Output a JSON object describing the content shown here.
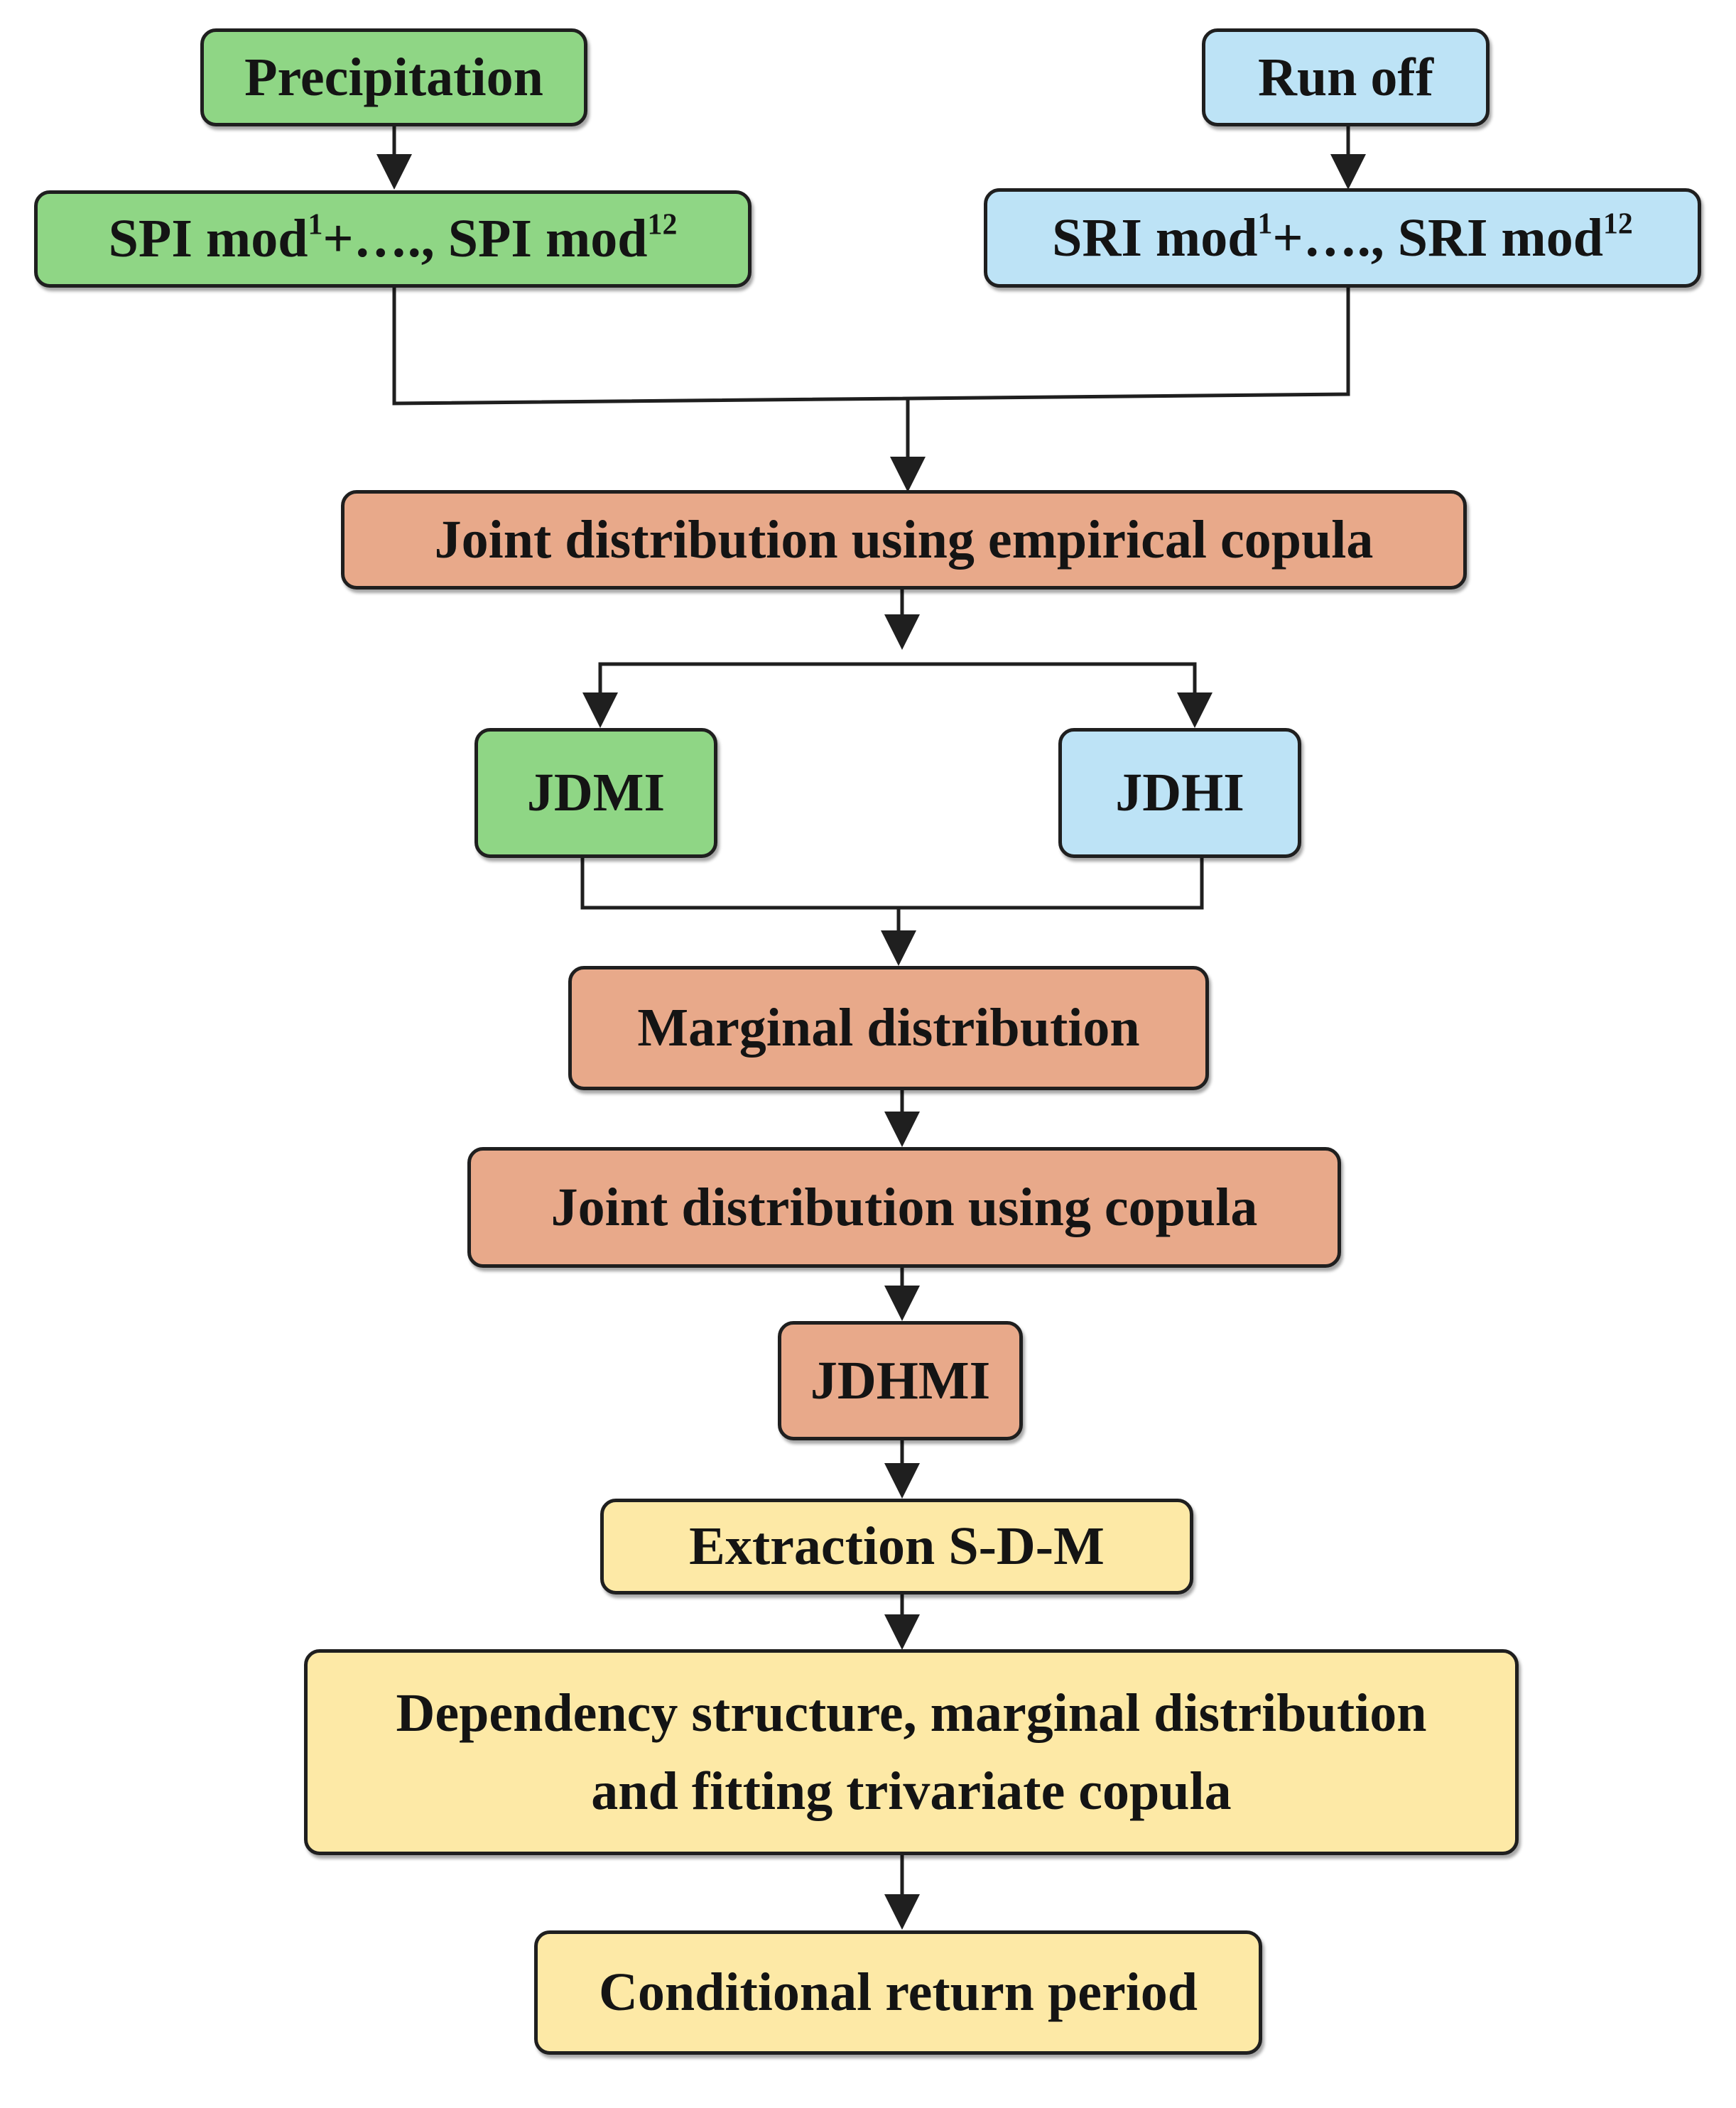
{
  "colors": {
    "green": "#8fd685",
    "blue": "#bde3f6",
    "orange": "#e8a98a",
    "yellow": "#fde9a6",
    "line": "#1f1f1f"
  },
  "nodes": {
    "precipitation": "Precipitation",
    "run_off": "Run off",
    "spi": {
      "base": "SPI mod",
      "sup1": "1",
      "mid": "+…., SPI mod",
      "sup2": "12"
    },
    "sri": {
      "base": "SRI mod",
      "sup1": "1",
      "mid": "+…., SRI mod",
      "sup2": "12"
    },
    "joint_empirical": "Joint distribution using empirical copula",
    "jdmi": "JDMI",
    "jdhi": "JDHI",
    "marginal": "Marginal distribution",
    "joint_copula": "Joint distribution using copula",
    "jdhmi": "JDHMI",
    "extraction": "Extraction S-D-M",
    "dependency": {
      "line1": "Dependency structure, marginal distribution",
      "line2": "and fitting trivariate copula"
    },
    "conditional": "Conditional return period"
  }
}
